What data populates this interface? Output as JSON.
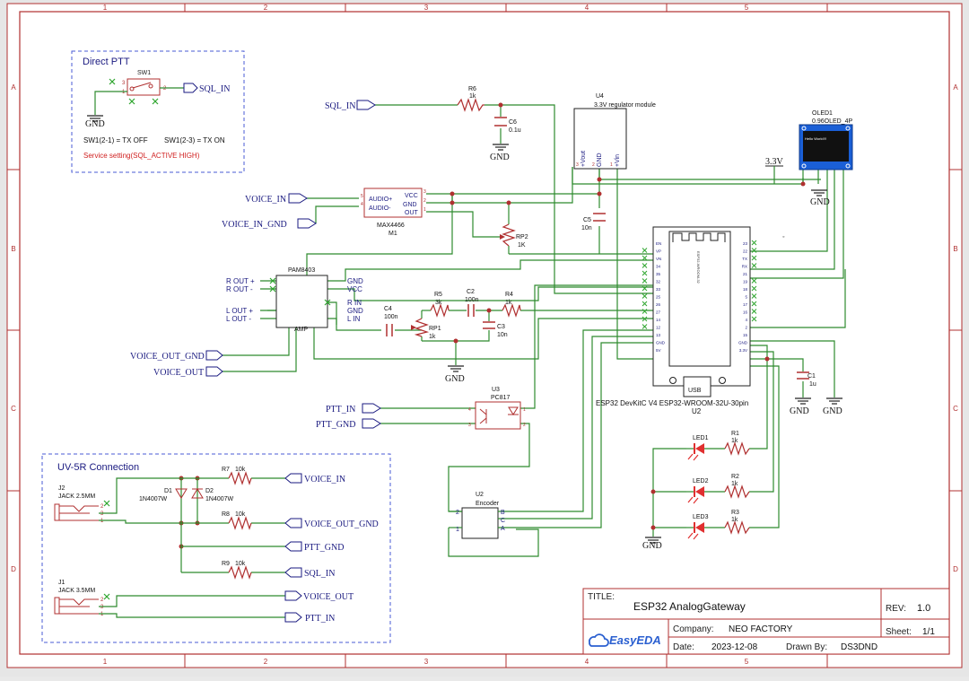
{
  "grid": {
    "columns": [
      "1",
      "2",
      "3",
      "4",
      "5"
    ],
    "rows": [
      "A",
      "B",
      "C",
      "D"
    ]
  },
  "direct_ptt": {
    "title": "Direct PTT",
    "switch_ref": "SW1",
    "pin1": "1",
    "pin2": "2",
    "pin3": "3",
    "net_sql": "SQL_IN",
    "gnd": "GND",
    "note1": "SW1(2-1) = TX OFF",
    "note2": "SW1(2-3) = TX ON",
    "service": "Service setting(SQL_ACTIVE HIGH)"
  },
  "sql_chain": {
    "port": "SQL_IN",
    "r6_ref": "R6",
    "r6_val": "1k",
    "c6_ref": "C6",
    "c6_val": "0.1u",
    "gnd": "GND"
  },
  "u4": {
    "ref": "U4",
    "desc": "3.3V regulator module",
    "pin_vout": "+Vout",
    "pin_gnd": "GND",
    "pin_vin": "+Vin",
    "p3": "3",
    "p2": "2",
    "p1": "1"
  },
  "oled": {
    "ref": "OLED1",
    "desc": "0.96OLED_4P",
    "screen_text": "Hello World!!!",
    "v33": "3.3V",
    "gnd": "GND"
  },
  "m1": {
    "ref": "M1",
    "part": "MAX4466",
    "pin_audio_p": "AUDIO+",
    "pin_audio_n": "AUDIO-",
    "pin_vcc": "VCC",
    "pin_gnd": "GND",
    "pin_out": "OUT",
    "n5": "5",
    "n4": "4",
    "n3": "3",
    "n2": "2",
    "n1": "1",
    "voice_in": "VOICE_IN",
    "voice_in_gnd": "VOICE_IN_GND"
  },
  "c5": {
    "ref": "C5",
    "val": "10n"
  },
  "rp2": {
    "ref": "RP2",
    "val": "1K"
  },
  "amp": {
    "part": "PAM8403",
    "label": "AMP",
    "rout_p": "R OUT +",
    "rout_n": "R OUT -",
    "lout_p": "L OUT +",
    "lout_n": "L OUT -",
    "gnd": "GND",
    "vcc": "VCC",
    "rin": "R IN",
    "gnd2": "GND",
    "lin": "L IN",
    "voice_out_gnd": "VOICE_OUT_GND",
    "voice_out": "VOICE_OUT"
  },
  "filter": {
    "c4_ref": "C4",
    "c4_val": "100n",
    "r5_ref": "R5",
    "r5_val": "3k",
    "rp1_ref": "RP1",
    "rp1_val": "1k",
    "c2_ref": "C2",
    "c2_val": "100n",
    "r4_ref": "R4",
    "r4_val": "1k",
    "c3_ref": "C3",
    "c3_val": "10n",
    "gnd": "GND"
  },
  "esp32": {
    "ref": "U2",
    "desc": "ESP32 DevKitC V4 ESP32-WROOM-32U-30pin",
    "module_text": "ESP32-WROOM-32",
    "usb": "USB",
    "left_pins": [
      "EN",
      "VP",
      "VN",
      "34",
      "35",
      "32",
      "33",
      "25",
      "26",
      "27",
      "14",
      "12",
      "13",
      "GND",
      "5V"
    ],
    "right_pins": [
      "23",
      "22",
      "TX",
      "RX",
      "21",
      "19",
      "18",
      "5",
      "17",
      "16",
      "4",
      "2",
      "15",
      "GND",
      "3.3V"
    ]
  },
  "c1": {
    "ref": "C1",
    "val": "1u",
    "gnd1": "GND",
    "gnd2": "GND"
  },
  "u3": {
    "ref": "U3",
    "part": "PC817",
    "ptt_in": "PTT_IN",
    "ptt_gnd": "PTT_GND",
    "p4": "4",
    "p3": "3",
    "p1": "1",
    "p2": "2"
  },
  "leds": [
    {
      "led": "LED1",
      "r": "R1",
      "val": "1k"
    },
    {
      "led": "LED2",
      "r": "R2",
      "val": "1k"
    },
    {
      "led": "LED3",
      "r": "R3",
      "val": "1k"
    }
  ],
  "led_gnd": "GND",
  "encoder": {
    "ref": "U2",
    "part": "Encoder",
    "b": "B",
    "c": "C",
    "a": "A",
    "p2": "2",
    "p1": "1"
  },
  "uv5r": {
    "title": "UV-5R Connection",
    "j2_ref": "J2",
    "j2_desc": "JACK 2.5MM",
    "j1_ref": "J1",
    "j1_desc": "JACK 3.5MM",
    "d1": "D1",
    "d2": "D2",
    "diode": "1N4007W",
    "r7": "R7",
    "r8": "R8",
    "r9": "R9",
    "rval": "10k",
    "pin2": "2",
    "pin3": "3",
    "pin1": "1",
    "voice_in": "VOICE_IN",
    "voice_out_gnd": "VOICE_OUT_GND",
    "ptt_gnd": "PTT_GND",
    "sql_in": "SQL_IN",
    "voice_out": "VOICE_OUT",
    "ptt_in": "PTT_IN"
  },
  "title_block": {
    "title_label": "TITLE:",
    "title": "ESP32 AnalogGateway",
    "rev_label": "REV:",
    "rev": "1.0",
    "company_label": "Company:",
    "company": "NEO FACTORY",
    "sheet_label": "Sheet:",
    "sheet": "1/1",
    "date_label": "Date:",
    "date": "2023-12-08",
    "drawn_label": "Drawn By:",
    "drawn": "DS3DND",
    "logo": "EasyEDA"
  },
  "colors": {
    "frame": "#b03030",
    "wire": "#2e8b2e",
    "component": "#b03030",
    "net_text": "#1a1a80",
    "dashed": "#4a5bd6",
    "led": "#e03030"
  }
}
